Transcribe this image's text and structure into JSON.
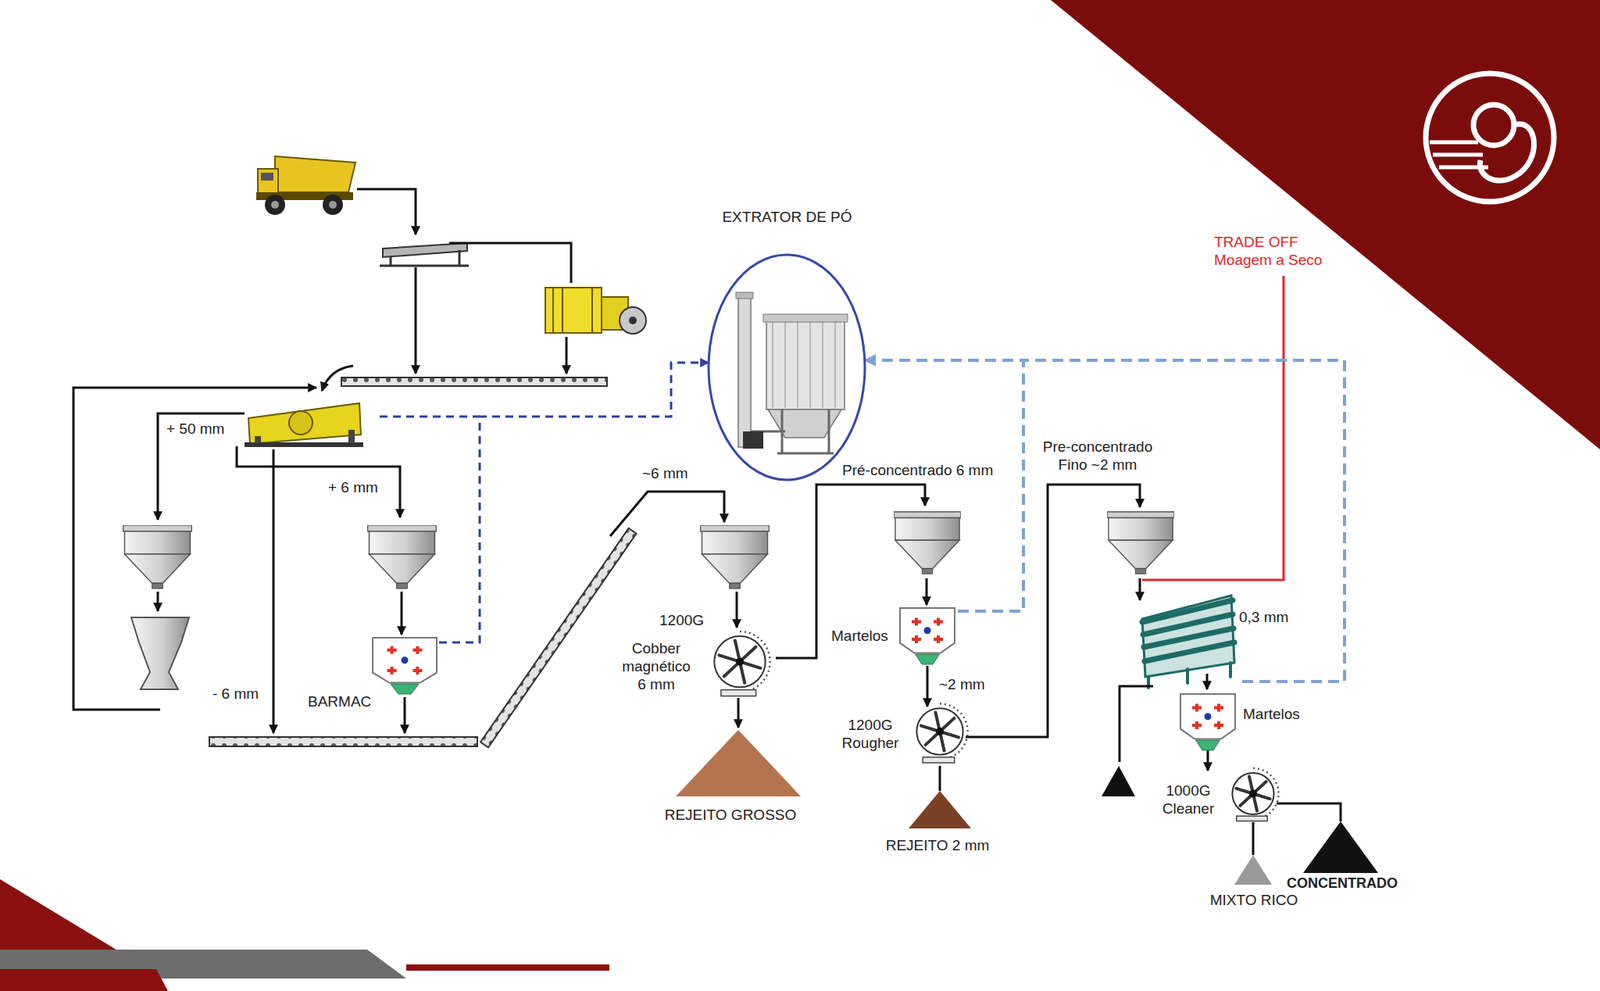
{
  "diagram": {
    "nodes": [
      {
        "text": [
          "EXTRATOR DE PÓ"
        ]
      },
      {
        "text": [
          "BARMAC"
        ]
      },
      {
        "text": [
          "1200G",
          "Cobber magnético 6 mm"
        ]
      },
      {
        "text": [
          "REJEITO GROSSO"
        ]
      },
      {
        "text": [
          "Martelos"
        ]
      },
      {
        "text": [
          "1200G Rougher"
        ]
      },
      {
        "text": [
          "REJEITO 2 mm"
        ]
      },
      {
        "text": [
          "Martelos"
        ]
      },
      {
        "text": [
          "1000G Cleaner"
        ]
      },
      {
        "text": [
          "MIXTO RICO"
        ]
      },
      {
        "text": [
          "CONCENTRADO"
        ]
      }
    ],
    "edges": [
      {
        "from": 1,
        "to": 0,
        "arrow": "to"
      },
      {
        "from": 4,
        "to": 0,
        "arrow": "to"
      },
      {
        "from": 2,
        "to": 3,
        "arrow": "to"
      },
      {
        "from": 4,
        "to": 5,
        "arrow": "to",
        "label": "~2 mm"
      },
      {
        "from": 5,
        "to": 6,
        "arrow": "none"
      },
      {
        "from": 7,
        "to": 8,
        "arrow": "to"
      },
      {
        "from": 8,
        "to": 9,
        "arrow": "none"
      },
      {
        "from": 8,
        "to": 10,
        "arrow": "none"
      }
    ],
    "labels": [
      "+ 50 mm",
      "+ 6 mm",
      "- 6 mm",
      "~6 mm",
      "Pré-concentrado 6 mm",
      "Pre-concentrado Fino ~2 mm",
      "0,3 mm",
      "TRADE OFF Moagem a Seco"
    ]
  }
}
